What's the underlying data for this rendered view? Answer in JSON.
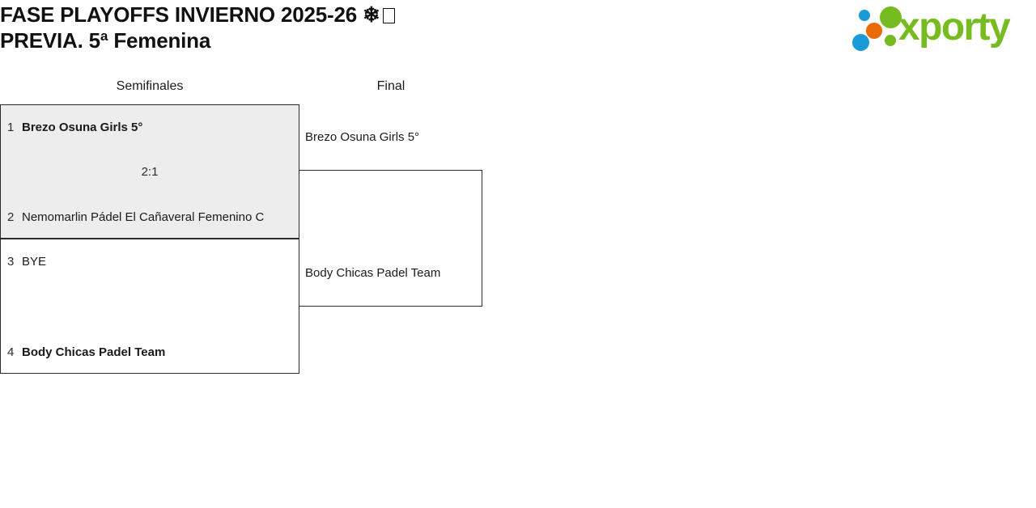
{
  "header": {
    "title_line1": "FASE PLAYOFFS INVIERNO 2025-26 ❄",
    "title_line2": "PREVIA. 5ª Femenina",
    "logo_word": "xporty",
    "logo_colors": {
      "green": "#76bc21",
      "blue": "#1a9ad7",
      "orange": "#ea6a0a"
    }
  },
  "bracket": {
    "rounds": [
      {
        "label": "Semifinales"
      },
      {
        "label": "Final"
      }
    ],
    "semifinals": [
      {
        "shaded": true,
        "score": "2:1",
        "slots": [
          {
            "seed": "1",
            "team": "Brezo Osuna Girls 5°",
            "winner": true
          },
          {
            "seed": "2",
            "team": "Nemomarlin Pádel El Cañaveral Femenino C",
            "winner": false
          }
        ]
      },
      {
        "shaded": false,
        "score": "",
        "slots": [
          {
            "seed": "3",
            "team": "BYE",
            "winner": false
          },
          {
            "seed": "4",
            "team": "Body Chicas Padel Team",
            "winner": true
          }
        ]
      }
    ],
    "final": {
      "slots": [
        {
          "team": "Brezo Osuna Girls 5°",
          "winner": false
        },
        {
          "team": "Body Chicas Padel Team",
          "winner": false
        }
      ]
    }
  }
}
